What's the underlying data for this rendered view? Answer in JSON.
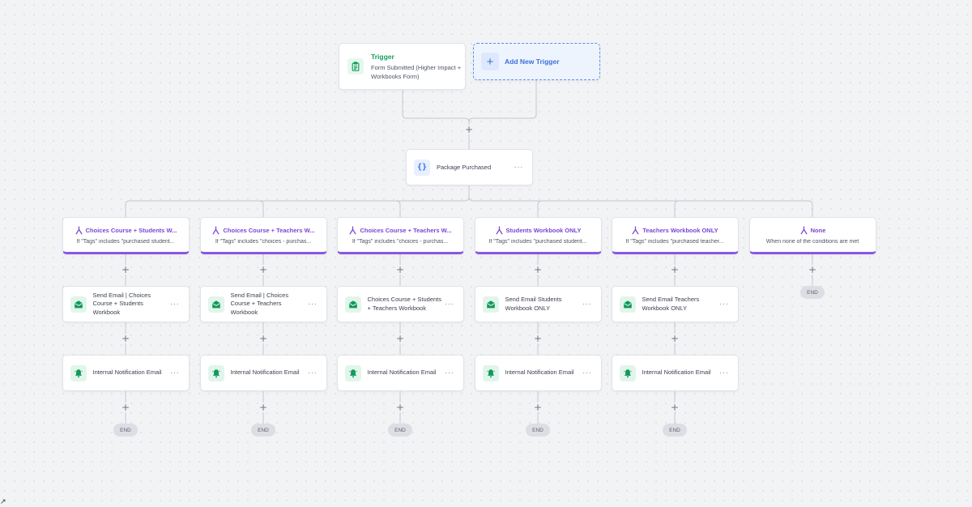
{
  "trigger": {
    "title": "Trigger",
    "description": "Form Submitted (Higher Impact + Workbooks Form)"
  },
  "add_trigger": {
    "label": "Add New Trigger",
    "icon": "+"
  },
  "package": {
    "label": "Package Purchased",
    "icon": "{}"
  },
  "more_label": "···",
  "plus_label": "+",
  "end_label": "END",
  "branches": [
    {
      "title": "Choices Course + Students W...",
      "condition": "If \"Tags\" includes \"purchased student...",
      "actions": [
        {
          "label": "Send Email | Choices Course + Students Workbook",
          "icon": "email-icon"
        },
        {
          "label": "Internal Notification Email",
          "icon": "bell-icon"
        }
      ]
    },
    {
      "title": "Choices Course + Teachers W...",
      "condition": "If \"Tags\" includes \"choices - purchas...",
      "actions": [
        {
          "label": "Send Email | Choices Course + Teachers Workbook",
          "icon": "email-icon"
        },
        {
          "label": "Internal Notification Email",
          "icon": "bell-icon"
        }
      ]
    },
    {
      "title": "Choices Course + Teachers W...",
      "condition": "If \"Tags\" includes \"choices - purchas...",
      "actions": [
        {
          "label": "Choices Course + Students + Teachers Workbook",
          "icon": "email-icon"
        },
        {
          "label": "Internal Notification Email",
          "icon": "bell-icon"
        }
      ]
    },
    {
      "title": "Students Workbook ONLY",
      "condition": "If \"Tags\" includes \"purchased student...",
      "actions": [
        {
          "label": "Send Email Students Workbook ONLY",
          "icon": "email-icon"
        },
        {
          "label": "Internal Notification Email",
          "icon": "bell-icon"
        }
      ]
    },
    {
      "title": "Teachers Workbook ONLY",
      "condition": "If \"Tags\" includes \"purchased teacher...",
      "actions": [
        {
          "label": "Send Email Teachers Workbook ONLY",
          "icon": "email-icon"
        },
        {
          "label": "Internal Notification Email",
          "icon": "bell-icon"
        }
      ]
    },
    {
      "title": "None",
      "condition": "When none of the conditions are met",
      "actions": []
    }
  ],
  "colors": {
    "canvas": "#f2f3f5",
    "trigger_accent": "#12a15a",
    "add_trigger_accent": "#3a6fe0",
    "branch_accent": "#7b45d6",
    "action_accent": "#0f9a58",
    "connector": "#c4c7ce"
  }
}
